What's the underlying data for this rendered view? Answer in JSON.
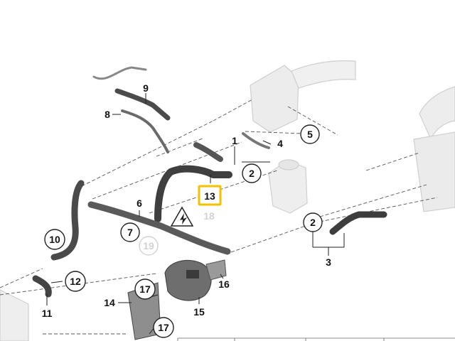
{
  "diagram": {
    "highlight_color": "#f2c200",
    "callouts": [
      {
        "id": "c1",
        "text": "1",
        "style": "plain"
      },
      {
        "id": "c2a",
        "text": "2",
        "style": "circle"
      },
      {
        "id": "c2b",
        "text": "2",
        "style": "circle"
      },
      {
        "id": "c3",
        "text": "3",
        "style": "plain"
      },
      {
        "id": "c4",
        "text": "4",
        "style": "plain"
      },
      {
        "id": "c5",
        "text": "5",
        "style": "circle"
      },
      {
        "id": "c6",
        "text": "6",
        "style": "plain"
      },
      {
        "id": "c7",
        "text": "7",
        "style": "circle"
      },
      {
        "id": "c8",
        "text": "8",
        "style": "plain"
      },
      {
        "id": "c9",
        "text": "9",
        "style": "plain"
      },
      {
        "id": "c10",
        "text": "10",
        "style": "circle"
      },
      {
        "id": "c11",
        "text": "11",
        "style": "plain"
      },
      {
        "id": "c12",
        "text": "12",
        "style": "circle"
      },
      {
        "id": "c13",
        "text": "13",
        "style": "highlight"
      },
      {
        "id": "c14",
        "text": "14",
        "style": "plain"
      },
      {
        "id": "c15",
        "text": "15",
        "style": "plain"
      },
      {
        "id": "c16",
        "text": "16",
        "style": "plain"
      },
      {
        "id": "c17a",
        "text": "17",
        "style": "circle"
      },
      {
        "id": "c17b",
        "text": "17",
        "style": "circle"
      },
      {
        "id": "c18",
        "text": "18",
        "style": "faded"
      },
      {
        "id": "c19",
        "text": "19",
        "style": "faded-circle"
      }
    ]
  }
}
